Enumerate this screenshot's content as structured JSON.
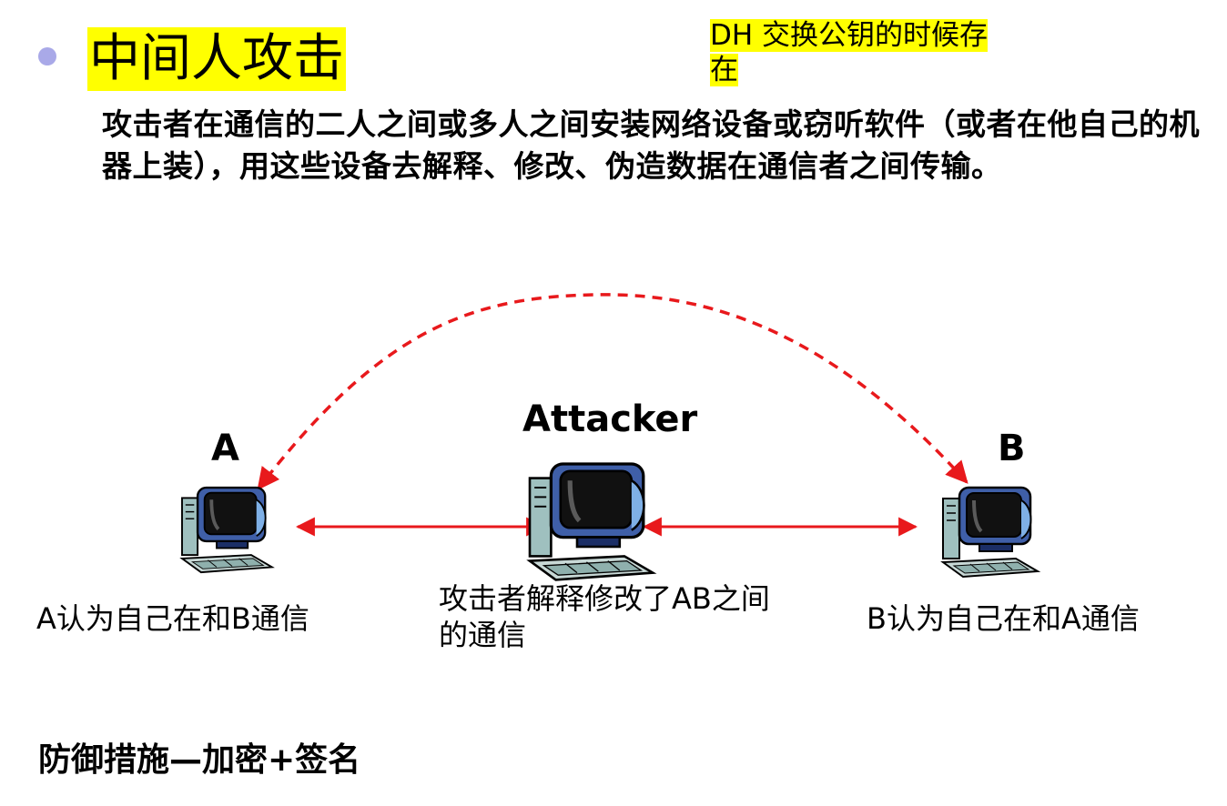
{
  "slide": {
    "title": "中间人攻击",
    "note": "DH 交换公钥的时候存在",
    "description": "攻击者在通信的二人之间或多人之间安装网络设备或窃听软件（或者在他自己的机器上装），用这些设备去解释、修改、伪造数据在通信者之间传输。",
    "defense": "防御措施—加密+签名"
  },
  "diagram": {
    "node_a_label": "A",
    "node_b_label": "B",
    "attacker_label": "Attacker",
    "caption_a": "A认为自己在和B通信",
    "caption_attacker": "攻击者解释修改了AB之间的通信",
    "caption_b": "B认为自己在和A通信",
    "arrow_color": "#e8191c"
  }
}
